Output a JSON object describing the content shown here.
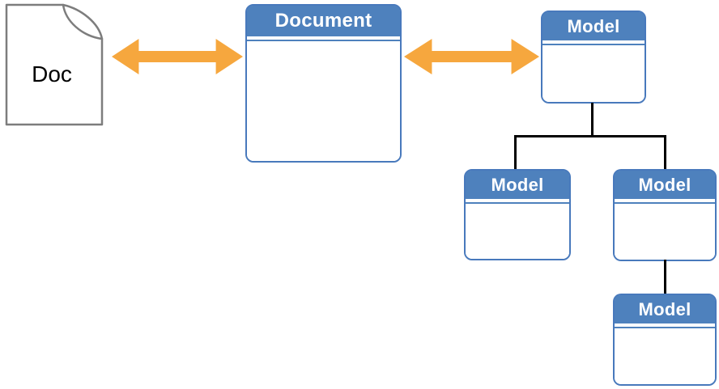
{
  "figure": {
    "doc_icon": {
      "label": "Doc"
    },
    "document_box": {
      "title": "Document"
    },
    "model_tree": {
      "root": {
        "title": "Model"
      },
      "children": [
        {
          "title": "Model"
        },
        {
          "title": "Model"
        }
      ],
      "grandchild": {
        "title": "Model"
      }
    }
  },
  "colors": {
    "header_blue": "#4E81BD",
    "border_blue": "#4879BC",
    "arrow_orange": "#F6A73E",
    "connector_black": "#000000",
    "doc_outline": "#7D7D7D",
    "title_text": "#FFFFFF",
    "doc_text": "#000000",
    "background": "#FFFFFF"
  }
}
